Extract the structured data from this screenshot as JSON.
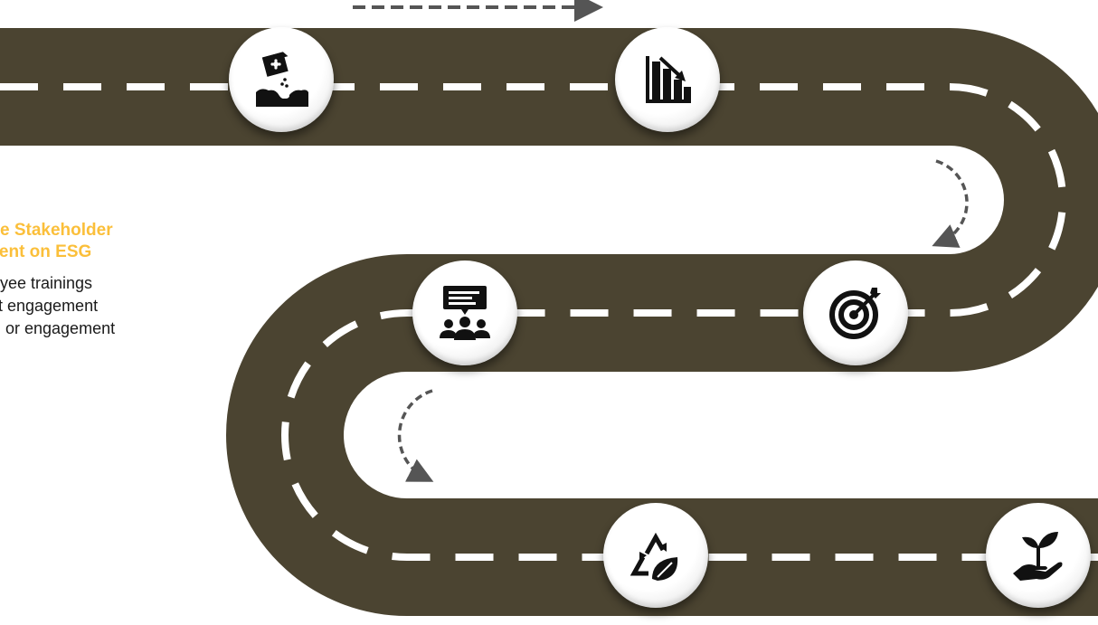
{
  "heading": {
    "line1": "e Stakeholder",
    "line2": "ment on ESG"
  },
  "bullets": [
    "yee trainings",
    "t engagement",
    "or engagement"
  ],
  "colors": {
    "road": "#4b4431",
    "heading": "#fbbf3a",
    "dash": "#ffffff",
    "arrow": "#555555"
  },
  "milestones": [
    {
      "icon": "planting-seed-icon"
    },
    {
      "icon": "declining-bar-chart-icon"
    },
    {
      "icon": "target-arrow-icon"
    },
    {
      "icon": "stakeholder-discussion-icon"
    },
    {
      "icon": "recycle-leaf-icon"
    },
    {
      "icon": "hand-plant-icon"
    }
  ]
}
